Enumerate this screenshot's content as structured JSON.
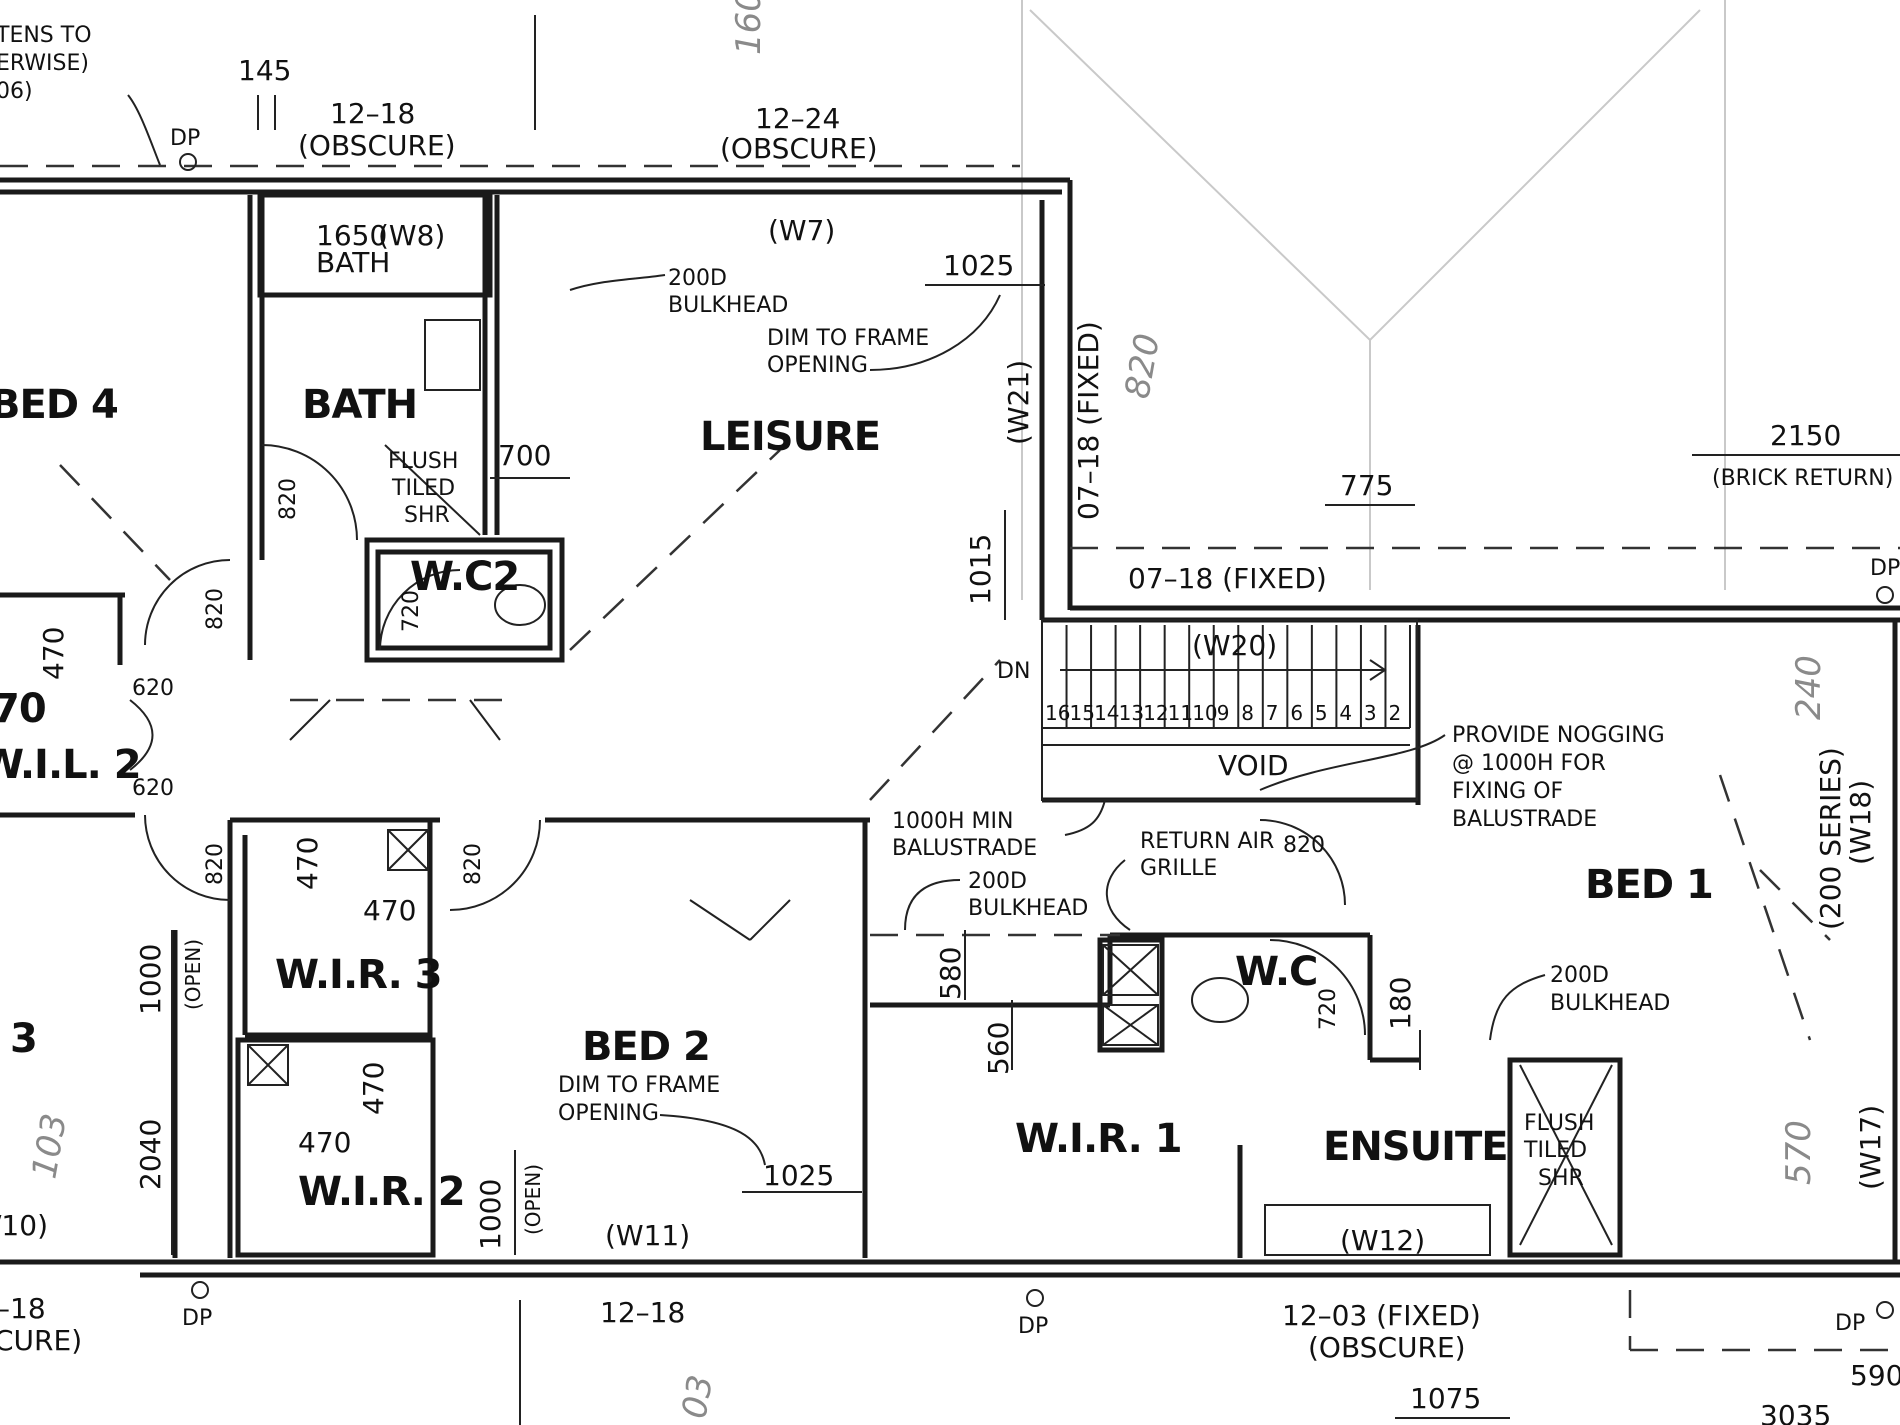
{
  "rooms": {
    "bed4": "BED 4",
    "bath": "BATH",
    "leisure": "LEISURE",
    "wc2": "W.C2",
    "wil2": "W.I.L. 2",
    "wir3": "W.I.R. 3",
    "wir2": "W.I.R. 2",
    "bed2": "BED 2",
    "wir1": "W.I.R. 1",
    "wc": "W.C",
    "ensuite": "ENSUITE",
    "bed1": "BED 1",
    "bed3": "3",
    "void": "VOID"
  },
  "windows": {
    "w8": "(W8)",
    "w7": "(W7)",
    "w21": "(W21)",
    "w20": "(W20)",
    "w18": "(W18)",
    "w17": "(W17)",
    "w11": "(W11)",
    "w12": "(W12)",
    "w10": "/10)"
  },
  "window_specs": {
    "top_left": "12–18",
    "top_left_obscure": "(OBSCURE)",
    "top_mid": "12–24",
    "top_mid_obscure": "(OBSCURE)",
    "w21_spec": "07–18 (FIXED)",
    "w20_spec": "07–18 (FIXED)",
    "bottom_mid": "12–18",
    "bottom_right": "12–03 (FIXED)",
    "bottom_right_obscure": "(OBSCURE)",
    "bottom_left": "–18",
    "bottom_left_obscure": "CURE)",
    "w18_series": "(200 SERIES)"
  },
  "dimensions": {
    "d145": "145",
    "d1025_top": "1025",
    "d700": "700",
    "d1015": "1015",
    "d775": "775",
    "d2150": "2150",
    "brick_return": "(BRICK RETURN)",
    "d470_a": "470",
    "d620_a": "620",
    "d620_b": "620",
    "d820_bath": "820",
    "d820_bed4": "820",
    "d820_wil": "820",
    "d820_wir3": "820",
    "d820_bed1": "820",
    "d720_wc2": "720",
    "d720_wc": "720",
    "d470_b": "470",
    "d470_c": "470",
    "d470_d": "470",
    "d470_e": "470",
    "d1000_a": "1000",
    "d1000_b": "1000",
    "open_a": "(OPEN)",
    "open_b": "(OPEN)",
    "d2040": "2040",
    "d1025_bed2": "1025",
    "d580": "580",
    "d560": "560",
    "d180": "180",
    "d1075": "1075",
    "d3035": "3035",
    "d590": "590",
    "d1650": "1650",
    "bath_fixture": "BATH",
    "d70": "70"
  },
  "notes": {
    "bulkhead_top": "200D",
    "bulkhead_top2": "BULKHEAD",
    "dim_frame_top": "DIM TO FRAME",
    "opening_top": "OPENING",
    "flush_tiled_1": "FLUSH",
    "flush_tiled_2": "TILED",
    "flush_tiled_3": "SHR",
    "dn": "DN",
    "balustrade_1": "1000H MIN",
    "balustrade_2": "BALUSTRADE",
    "bulkhead_mid": "200D",
    "bulkhead_mid2": "BULKHEAD",
    "return_air_1": "RETURN AIR",
    "return_air_2": "GRILLE",
    "nogging_1": "PROVIDE NOGGING",
    "nogging_2": "@ 1000H FOR",
    "nogging_3": "FIXING OF",
    "nogging_4": "BALUSTRADE",
    "bulkhead_right": "200D",
    "bulkhead_right2": "BULKHEAD",
    "dim_frame_bed2": "DIM TO FRAME",
    "opening_bed2": "OPENING",
    "ens_flush_1": "FLUSH",
    "ens_flush_2": "TILED",
    "ens_flush_3": "SHR",
    "corner_1": "TENS TO",
    "corner_2": "ERWISE)",
    "corner_3": "06)"
  },
  "downpipes": [
    "DP",
    "DP",
    "DP",
    "DP",
    "DP"
  ],
  "stair_numbers": [
    "16",
    "15",
    "14",
    "13",
    "12",
    "11",
    "10",
    "9",
    "8",
    "7",
    "6",
    "5",
    "4",
    "3",
    "2"
  ],
  "pencil_marks": [
    "160",
    "820",
    "240",
    "570",
    "103",
    "03"
  ]
}
